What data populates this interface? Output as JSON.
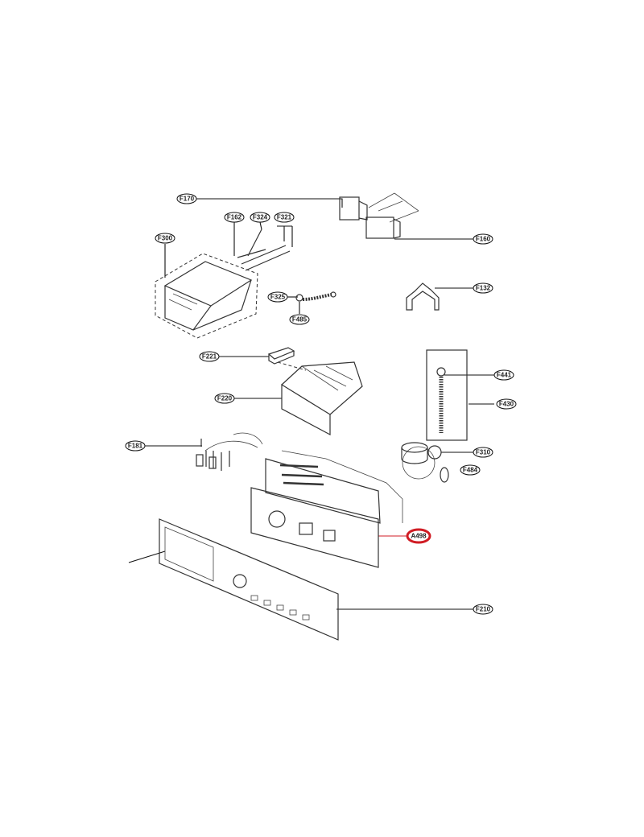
{
  "diagram": {
    "highlight_color": "#d01c24",
    "callouts": {
      "f170": "F170",
      "f162": "F162",
      "f324": "F324",
      "f321": "F321",
      "f300": "F300",
      "f160": "F160",
      "f325": "F325",
      "f485": "F485",
      "f132": "F132",
      "f221": "F221",
      "f220": "F220",
      "f441": "F441",
      "f430": "F430",
      "f181": "F181",
      "f310": "F310",
      "f484": "F484",
      "a498": "A498",
      "f210": "F210"
    }
  }
}
